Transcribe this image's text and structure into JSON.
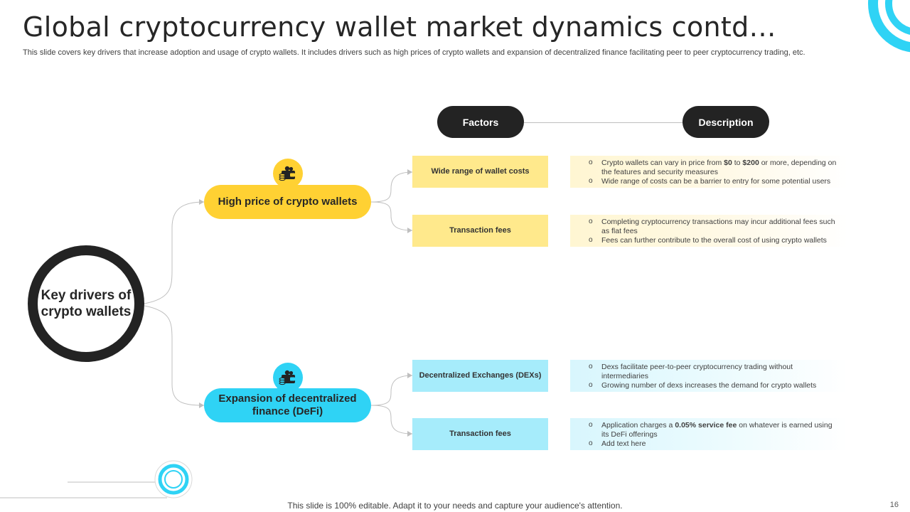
{
  "title": "Global cryptocurrency wallet market dynamics contd…",
  "subtitle": "This slide covers key drivers that increase adoption and usage of crypto wallets. It includes drivers such as high prices of crypto wallets and expansion of decentralized finance facilitating peer to peer cryptocurrency trading, etc.",
  "hub": {
    "line1": "Key drivers of",
    "line2": "crypto wallets"
  },
  "headers": {
    "factors": "Factors",
    "description": "Description"
  },
  "drivers": [
    {
      "label": "High price of crypto wallets",
      "icon": "wallet-coins-icon",
      "color": "#FFD133",
      "factors": [
        {
          "label": "Wide range of wallet costs",
          "bullets": [
            {
              "pre": "Crypto wallets can vary in price from ",
              "b1": "$0",
              "mid": " to ",
              "b2": "$200",
              "post": " or more, depending on the features and security measures"
            },
            {
              "text": "Wide range of costs can be a barrier to entry for some potential users"
            }
          ]
        },
        {
          "label": "Transaction fees",
          "bullets": [
            {
              "text": "Completing  cryptocurrency transactions may incur additional fees such as flat fees"
            },
            {
              "text": "Fees can further contribute to the overall cost of using crypto wallets"
            }
          ]
        }
      ]
    },
    {
      "label": "Expansion of decentralized finance (DeFi)",
      "icon": "wallet-coins-icon",
      "color": "#2FD3F5",
      "factors": [
        {
          "label": "Decentralized Exchanges (DEXs)",
          "bullets": [
            {
              "text": "Dexs facilitate peer-to-peer cryptocurrency trading without intermediaries"
            },
            {
              "text": "Growing number of dexs increases the demand for crypto wallets"
            }
          ]
        },
        {
          "label": "Transaction fees",
          "bullets": [
            {
              "pre": "Application charges a ",
              "b1": "0.05% service fee",
              "post": " on whatever is earned using its DeFi offerings"
            },
            {
              "text": "Add text here"
            }
          ]
        }
      ]
    }
  ],
  "footer": "This slide is 100% editable. Adapt it to your needs and capture your audience's attention.",
  "page_number": "16",
  "colors": {
    "yellow": "#FFD133",
    "blue": "#2FD3F5",
    "dark": "#232323"
  }
}
